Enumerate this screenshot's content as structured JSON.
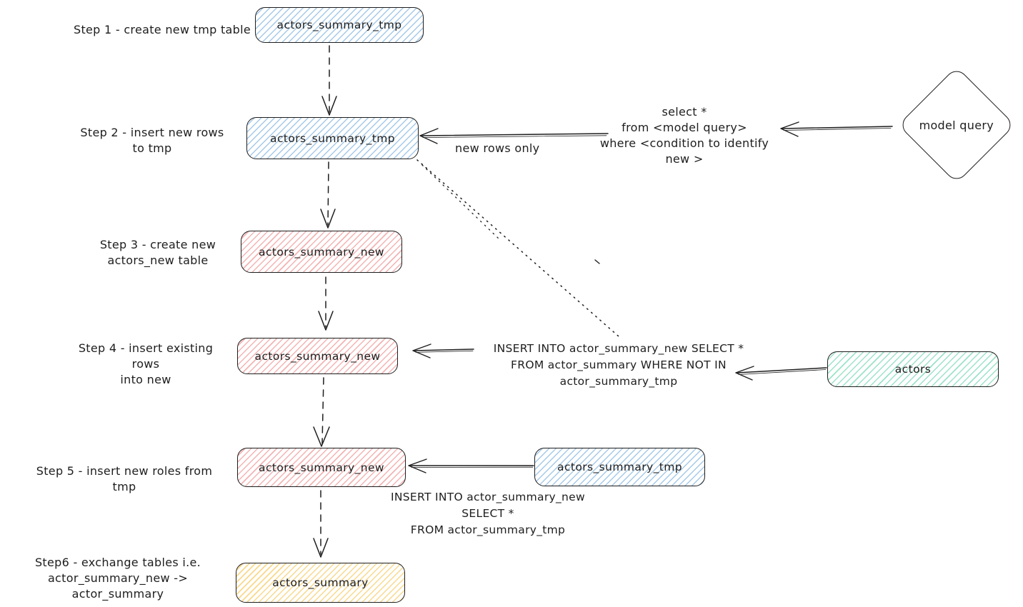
{
  "diagram": {
    "ink": "#1e1e1e",
    "fills": {
      "blue": "#a5c9e9",
      "pink": "#f4b3b3",
      "green": "#9ce3c6",
      "yellow": "#f9d98c"
    },
    "labels": {
      "step1": {
        "l1": "Step 1 - create new tmp table"
      },
      "step2": {
        "l1": "Step 2 - insert new rows",
        "l2": "to tmp"
      },
      "step3": {
        "l1": "Step 3 - create new",
        "l2": "actors_new table"
      },
      "step4": {
        "l1": "Step 4 - insert existing rows",
        "l2": "into new"
      },
      "step5": {
        "l1": "Step 5 - insert new roles from tmp"
      },
      "step6": {
        "l1": "Step6 - exchange tables i.e.",
        "l2": "actor_summary_new -> actor_summary"
      }
    },
    "nodes": {
      "step1_table": "actors_summary_tmp",
      "step2_table": "actors_summary_tmp",
      "step3_table": "actors_summary_new",
      "step4_table": "actors_summary_new",
      "step5_table": "actors_summary_new",
      "step5_source_table": "actors_summary_tmp",
      "step6_table": "actors_summary",
      "actors_table": "actors",
      "model_query": "model query"
    },
    "annotations": {
      "new_rows_only": "new rows only",
      "model_select": {
        "l1": "select *",
        "l2": "from <model query>",
        "l3": "where <condition to identify new >"
      },
      "insert_existing": {
        "l1": "INSERT INTO actor_summary_new SELECT *",
        "l2": "FROM actor_summary WHERE NOT IN",
        "l3": "actor_summary_tmp"
      },
      "insert_from_tmp": {
        "l1": "INSERT INTO actor_summary_new",
        "l2": "SELECT *",
        "l3": "FROM actor_summary_tmp"
      }
    }
  }
}
